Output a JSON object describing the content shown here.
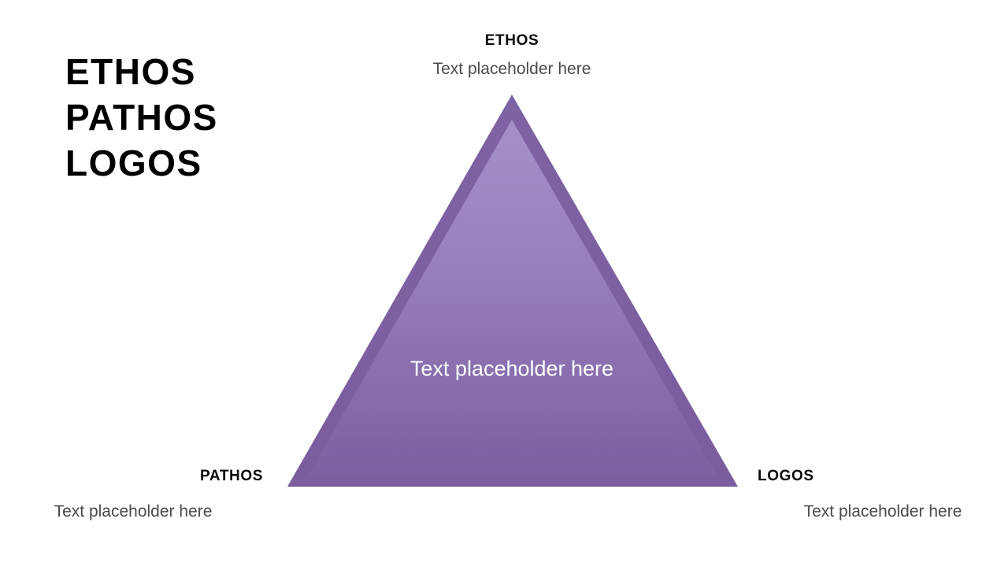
{
  "slide": {
    "background_color": "#ffffff",
    "heading_lines": [
      "ETHOS",
      "PATHOS",
      "LOGOS"
    ],
    "heading_color": "#000000"
  },
  "diagram": {
    "type": "triangle",
    "shape_colors": {
      "outer_fill": "#7b5fa0",
      "inner_top": "#a18cc4",
      "inner_bottom": "#7c5ea1",
      "label_color": "#0a0a0a",
      "body_text_color": "#4b4b4b",
      "center_text_color": "#ffffff"
    },
    "center": {
      "text": "Text placeholder here"
    },
    "vertices": [
      {
        "id": "ethos",
        "position": "top",
        "title": "ETHOS",
        "text": "Text placeholder here"
      },
      {
        "id": "pathos",
        "position": "bottom-left",
        "title": "PATHOS",
        "text": "Text placeholder here"
      },
      {
        "id": "logos",
        "position": "bottom-right",
        "title": "LOGOS",
        "text": "Text placeholder here"
      }
    ]
  }
}
